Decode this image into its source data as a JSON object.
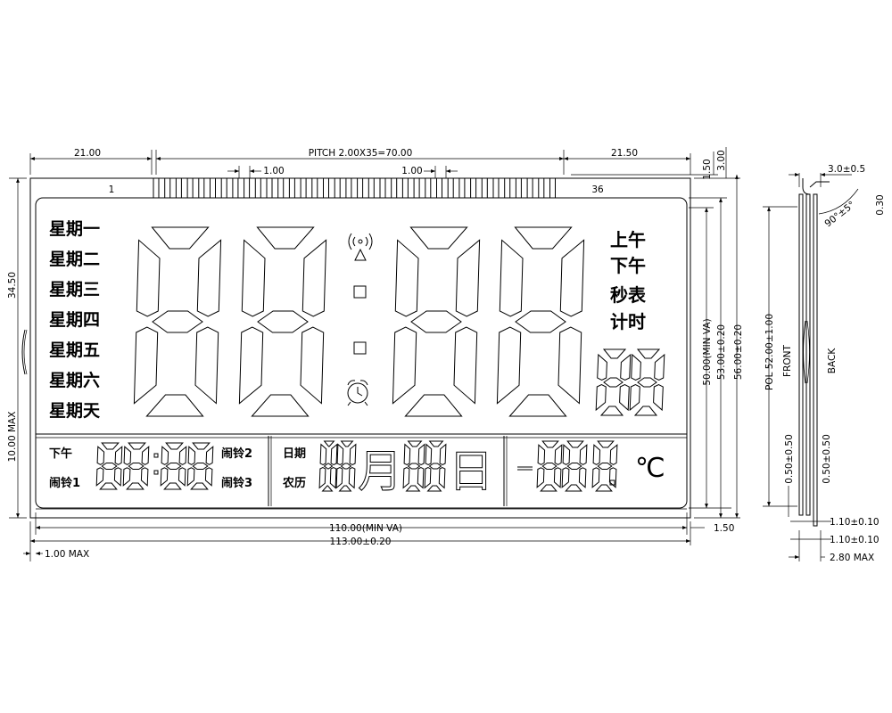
{
  "drawing": {
    "dimensions": {
      "left_margin": "21.00",
      "pitch": "PITCH 2.00X35=70.00",
      "right_margin": "21.50",
      "pin_gap_left": "1.00",
      "pin_gap_right": "1.00",
      "pin_first": "1",
      "pin_last": "36",
      "pin_length": "1.50",
      "pin_top": "3.00",
      "left_height": "34.50",
      "left_thickness": "10.00 MAX",
      "view_area_width": "110.00(MIN VA)",
      "glass_width": "113.00±0.20",
      "right_edge": "1.50",
      "bottom_left": "1.00 MAX",
      "view_area_height": "50.00(MIN VA)",
      "glass_height_inner": "53.00±0.20",
      "glass_height_outer": "56.00±0.20",
      "pol_height": "POL 52.00±1.00",
      "side_top": "3.0±0.5",
      "side_angle": "90°±5°",
      "side_pin": "0.30",
      "side_front_gap": "0.50±0.50",
      "side_back_gap": "0.50±0.50",
      "side_t1": "1.10±0.10",
      "side_t2": "1.10±0.10",
      "side_total": "2.80 MAX",
      "front_label": "FRONT",
      "back_label": "BACK"
    },
    "lcd": {
      "weekdays": [
        "星期一",
        "星期二",
        "星期三",
        "星期四",
        "星期五",
        "星期六",
        "星期天"
      ],
      "am": "上午",
      "pm": "下午",
      "stopwatch_1": "秒表",
      "stopwatch_2": "计时",
      "bottom_pm": "下午",
      "alarm_1": "闹铃1",
      "alarm_2": "闹铃2",
      "alarm_3": "闹铃3",
      "date_label": "日期",
      "lunar_label": "农历",
      "month_char": "月",
      "day_char": "日",
      "celsius": "℃"
    }
  }
}
